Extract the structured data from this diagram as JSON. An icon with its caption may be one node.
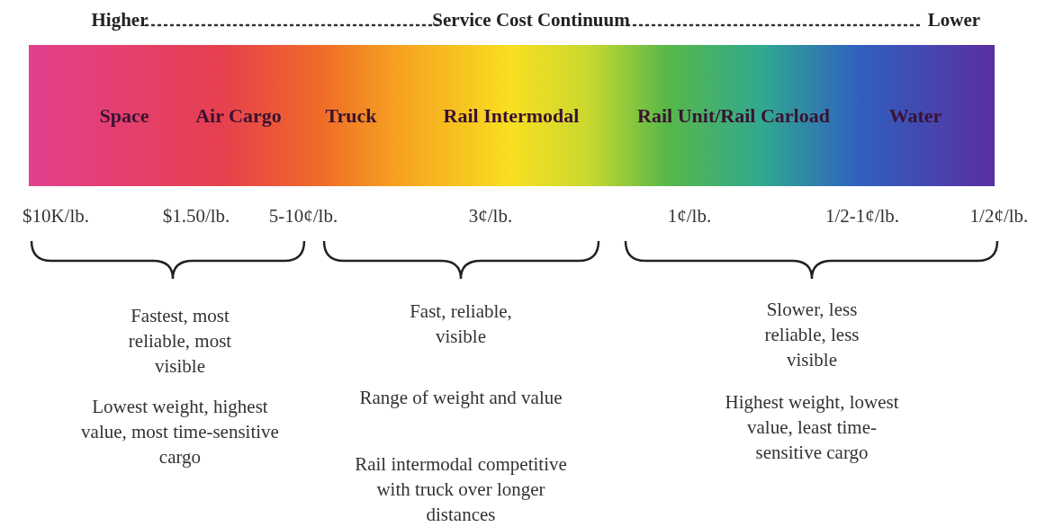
{
  "diagram": {
    "nodes": [
      {
        "text": [
          "Space",
          "Air Cargo",
          "Truck",
          "Rail Intermodal",
          "Rail Unit/Rail Carload",
          "Water"
        ]
      }
    ],
    "edges": [],
    "labels": [
      "Higher",
      "Service Cost Continuum",
      "Lower",
      "$10K/lb.",
      "$1.50/lb.",
      "5-10¢/lb.",
      "3¢/lb.",
      "1¢/lb.",
      "1/2-1¢/lb.",
      "1/2¢/lb.",
      "Fastest, most reliable, most visible",
      "Fast, reliable, visible",
      "Slower, less reliable, less visible",
      "Lowest weight, highest value, most time-sensitive cargo",
      "Range of weight and value",
      "Highest weight, lowest value, least time-sensitive cargo",
      "Rail intermodal competitive with truck over longer distances"
    ]
  }
}
